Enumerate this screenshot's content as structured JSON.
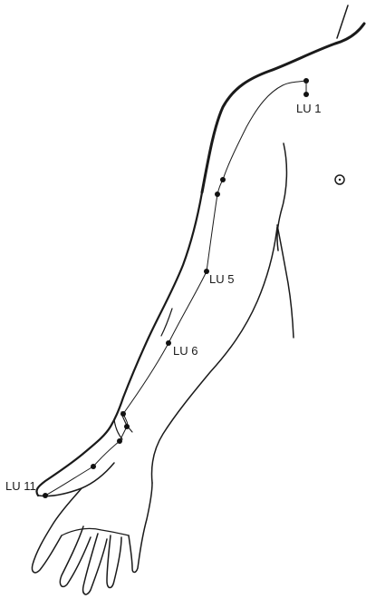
{
  "diagram": {
    "line_color": "#1a1a1a",
    "point_color": "#111111",
    "labels": {
      "lu1": "LU 1",
      "lu5": "LU 5",
      "lu6": "LU 6",
      "lu11": "LU 11"
    }
  }
}
